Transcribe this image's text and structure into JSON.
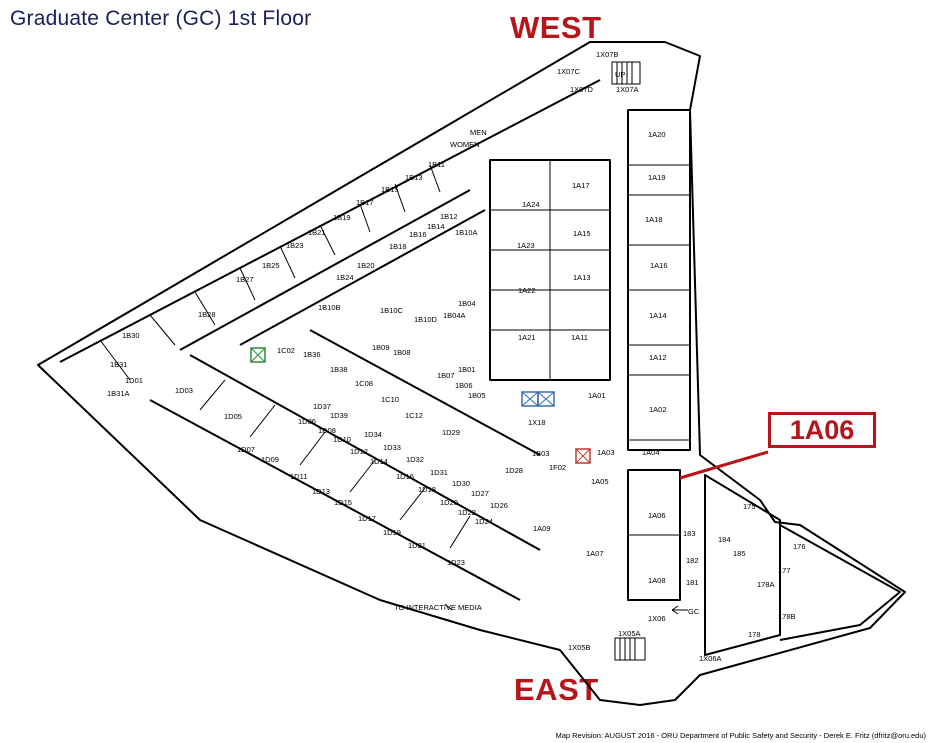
{
  "title": "Graduate Center (GC) 1st Floor",
  "compass": {
    "west": "WEST",
    "east": "EAST"
  },
  "highlight": {
    "room": "1A06",
    "color": "#b4161b"
  },
  "footer": "Map Revision: AUGUST 2016 - ORU Department of Public Safety and Security - Derek E. Fritz (dfritz@oru.edu)",
  "annotations": {
    "interactive_media": "TO\nINTERACTIVE MEDIA",
    "gc": "GC",
    "up": "UP"
  },
  "colors": {
    "title": "#1a1f5a",
    "accent": "#b4161b",
    "elevator": "#3a6fb0",
    "stair_green": "#2e8b3a"
  },
  "rooms": [
    "1A20",
    "1A19",
    "1A18",
    "1A16",
    "1A14",
    "1A12",
    "1A02",
    "1A04",
    "1A06",
    "1A08",
    "1A24",
    "1A17",
    "1A23",
    "1A15",
    "1A22",
    "1A13",
    "1A21",
    "1A11",
    "1A01",
    "1A03",
    "1A05",
    "1A07",
    "1A09",
    "1B04",
    "1B04A",
    "1B10A",
    "1B10C",
    "1B10D",
    "1B12",
    "1B14",
    "1B16",
    "1B18",
    "1B20",
    "1B24",
    "1B10B",
    "1B11",
    "1B13",
    "1B15",
    "1B17",
    "1B19",
    "1B21",
    "1B23",
    "1B25",
    "1B27",
    "1B28",
    "1B30",
    "1B31",
    "1B31A",
    "1B36",
    "1B38",
    "1B09",
    "1B08",
    "1B07",
    "1B06",
    "1B05",
    "1B01",
    "1B03",
    "1C02",
    "1C08",
    "1C10",
    "1C12",
    "1D28",
    "1D29",
    "1D01",
    "1D03",
    "1D05",
    "1D07",
    "1D09",
    "1D11",
    "1D13",
    "1D15",
    "1D17",
    "1D19",
    "1D21",
    "1D23",
    "1D06",
    "1D08",
    "1D10",
    "1D12",
    "1D14",
    "1D16",
    "1D18",
    "1D20",
    "1D22",
    "1D24",
    "1D26",
    "1D27",
    "1D30",
    "1D31",
    "1D32",
    "1D33",
    "1D34",
    "1D37",
    "1D39",
    "1X18",
    "1X05A",
    "1X05B",
    "1X06",
    "1X06A",
    "1X07A",
    "1X07B",
    "1X07C",
    "1X07D",
    "1F02",
    "175",
    "176",
    "177",
    "178",
    "178A",
    "178B",
    "181",
    "182",
    "183",
    "184",
    "185",
    "MEN",
    "WOMEN"
  ]
}
